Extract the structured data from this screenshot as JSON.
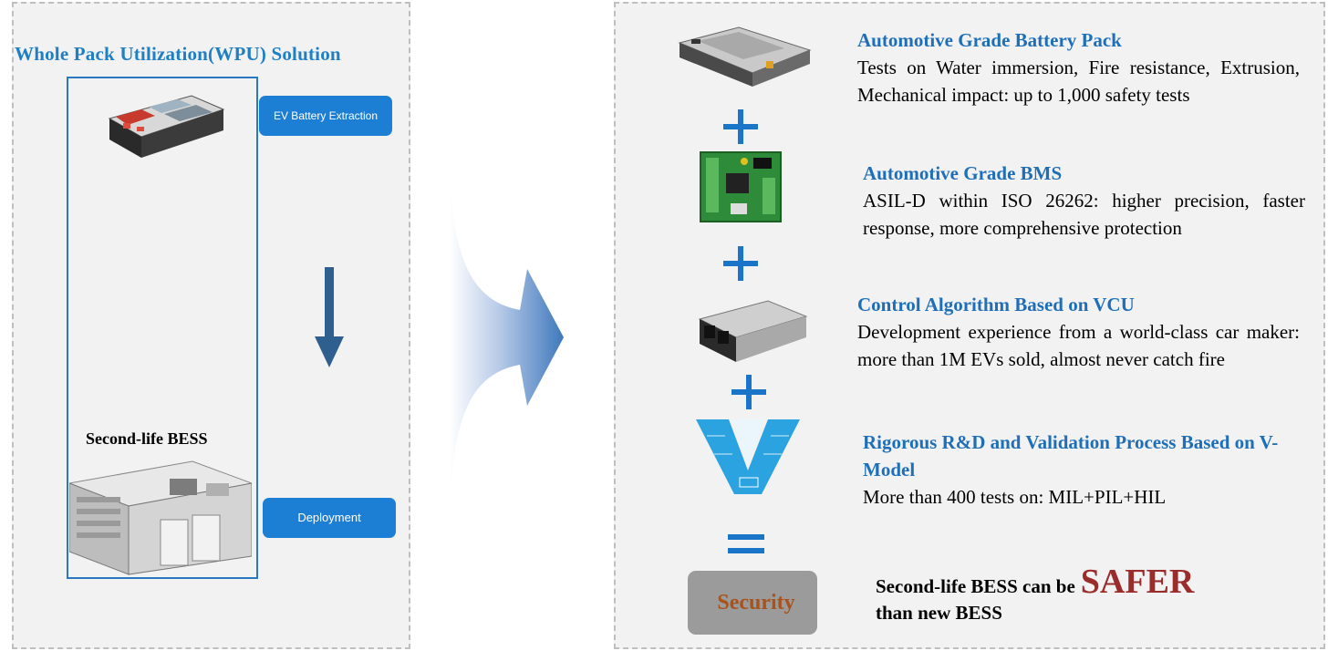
{
  "left": {
    "title": "Whole Pack Utilization(WPU)  Solution",
    "extraction_label": "EV Battery Extraction",
    "bess_label": "Second-life BESS",
    "deployment_label": "Deployment"
  },
  "features": [
    {
      "heading": "Automotive Grade Battery Pack",
      "description": "Tests on Water immersion, Fire resistance, Extrusion, Mechanical impact: up to 1,000 safety tests",
      "icon": "battery-pack-icon"
    },
    {
      "heading": "Automotive Grade BMS",
      "description": "ASIL-D within ISO 26262: higher precision, faster response, more comprehensive protection",
      "icon": "bms-board-icon"
    },
    {
      "heading": "Control Algorithm Based on VCU",
      "description": "Development experience from a world-class car maker: more than 1M EVs sold, almost never catch fire",
      "icon": "vcu-module-icon"
    },
    {
      "heading": "Rigorous R&D and Validation Process Based on V-Model",
      "description": "More than 400 tests on: MIL+PIL+HIL",
      "icon": "v-model-icon"
    }
  ],
  "operators": {
    "plus": "+",
    "equals": "="
  },
  "result": {
    "security_label": "Security",
    "conclusion_prefix": "Second-life BESS can be",
    "conclusion_emphasis": "SAFER",
    "conclusion_suffix": "than new BESS"
  },
  "colors": {
    "heading_blue": "#1f6fb8",
    "button_blue": "#1d7fd4",
    "operator_blue": "#1a74c8",
    "security_text": "#a8521c",
    "safer_red": "#9b2c2c"
  }
}
